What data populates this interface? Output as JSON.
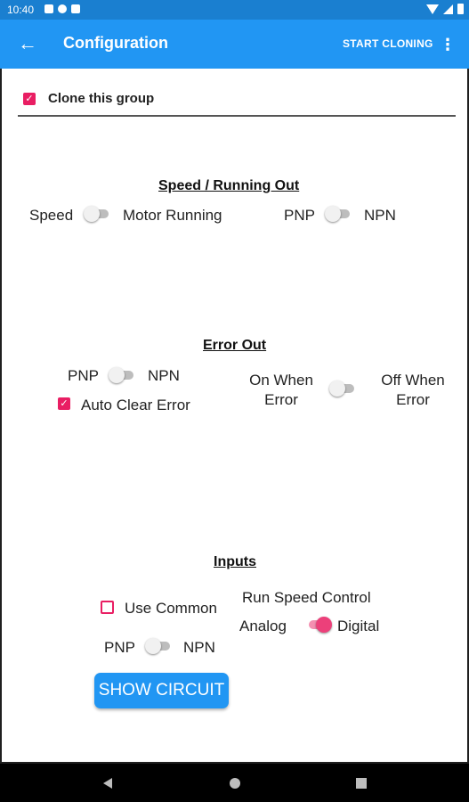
{
  "status_bar": {
    "time": "10:40"
  },
  "app_bar": {
    "back_icon": "←",
    "title": "Configuration",
    "action": "START CLONING",
    "overflow_icon": "⋮"
  },
  "clone_group": {
    "label": "Clone this group",
    "checked": true
  },
  "speed_section": {
    "title": "Speed / Running Out",
    "speed_label": "Speed",
    "motor_running_label": "Motor Running",
    "pnp_label": "PNP",
    "npn_label": "NPN"
  },
  "error_section": {
    "title": "Error Out",
    "pnp_label": "PNP",
    "npn_label": "NPN",
    "auto_clear_label": "Auto Clear Error",
    "auto_clear_checked": true,
    "on_when_error_line1": "On When",
    "on_when_error_line2": "Error",
    "off_when_error_line1": "Off When",
    "off_when_error_line2": "Error"
  },
  "inputs_section": {
    "title": "Inputs",
    "use_common_label": "Use Common",
    "use_common_checked": false,
    "run_speed_control_label": "Run Speed Control",
    "analog_label": "Analog",
    "digital_label": "Digital",
    "pnp_label": "PNP",
    "npn_label": "NPN",
    "show_circuit_label": "SHOW CIRCUIT"
  },
  "colors": {
    "app_bar": "#2196f3",
    "status_bar": "#1a7fd0",
    "accent": "#e91e63",
    "toggle_on": "#ec407a"
  },
  "icons": {
    "back": "arrow-left-icon",
    "overflow": "more-vert-icon",
    "check": "check-icon",
    "nav_back": "triangle-back-icon",
    "nav_home": "circle-home-icon",
    "nav_recents": "square-recents-icon"
  }
}
